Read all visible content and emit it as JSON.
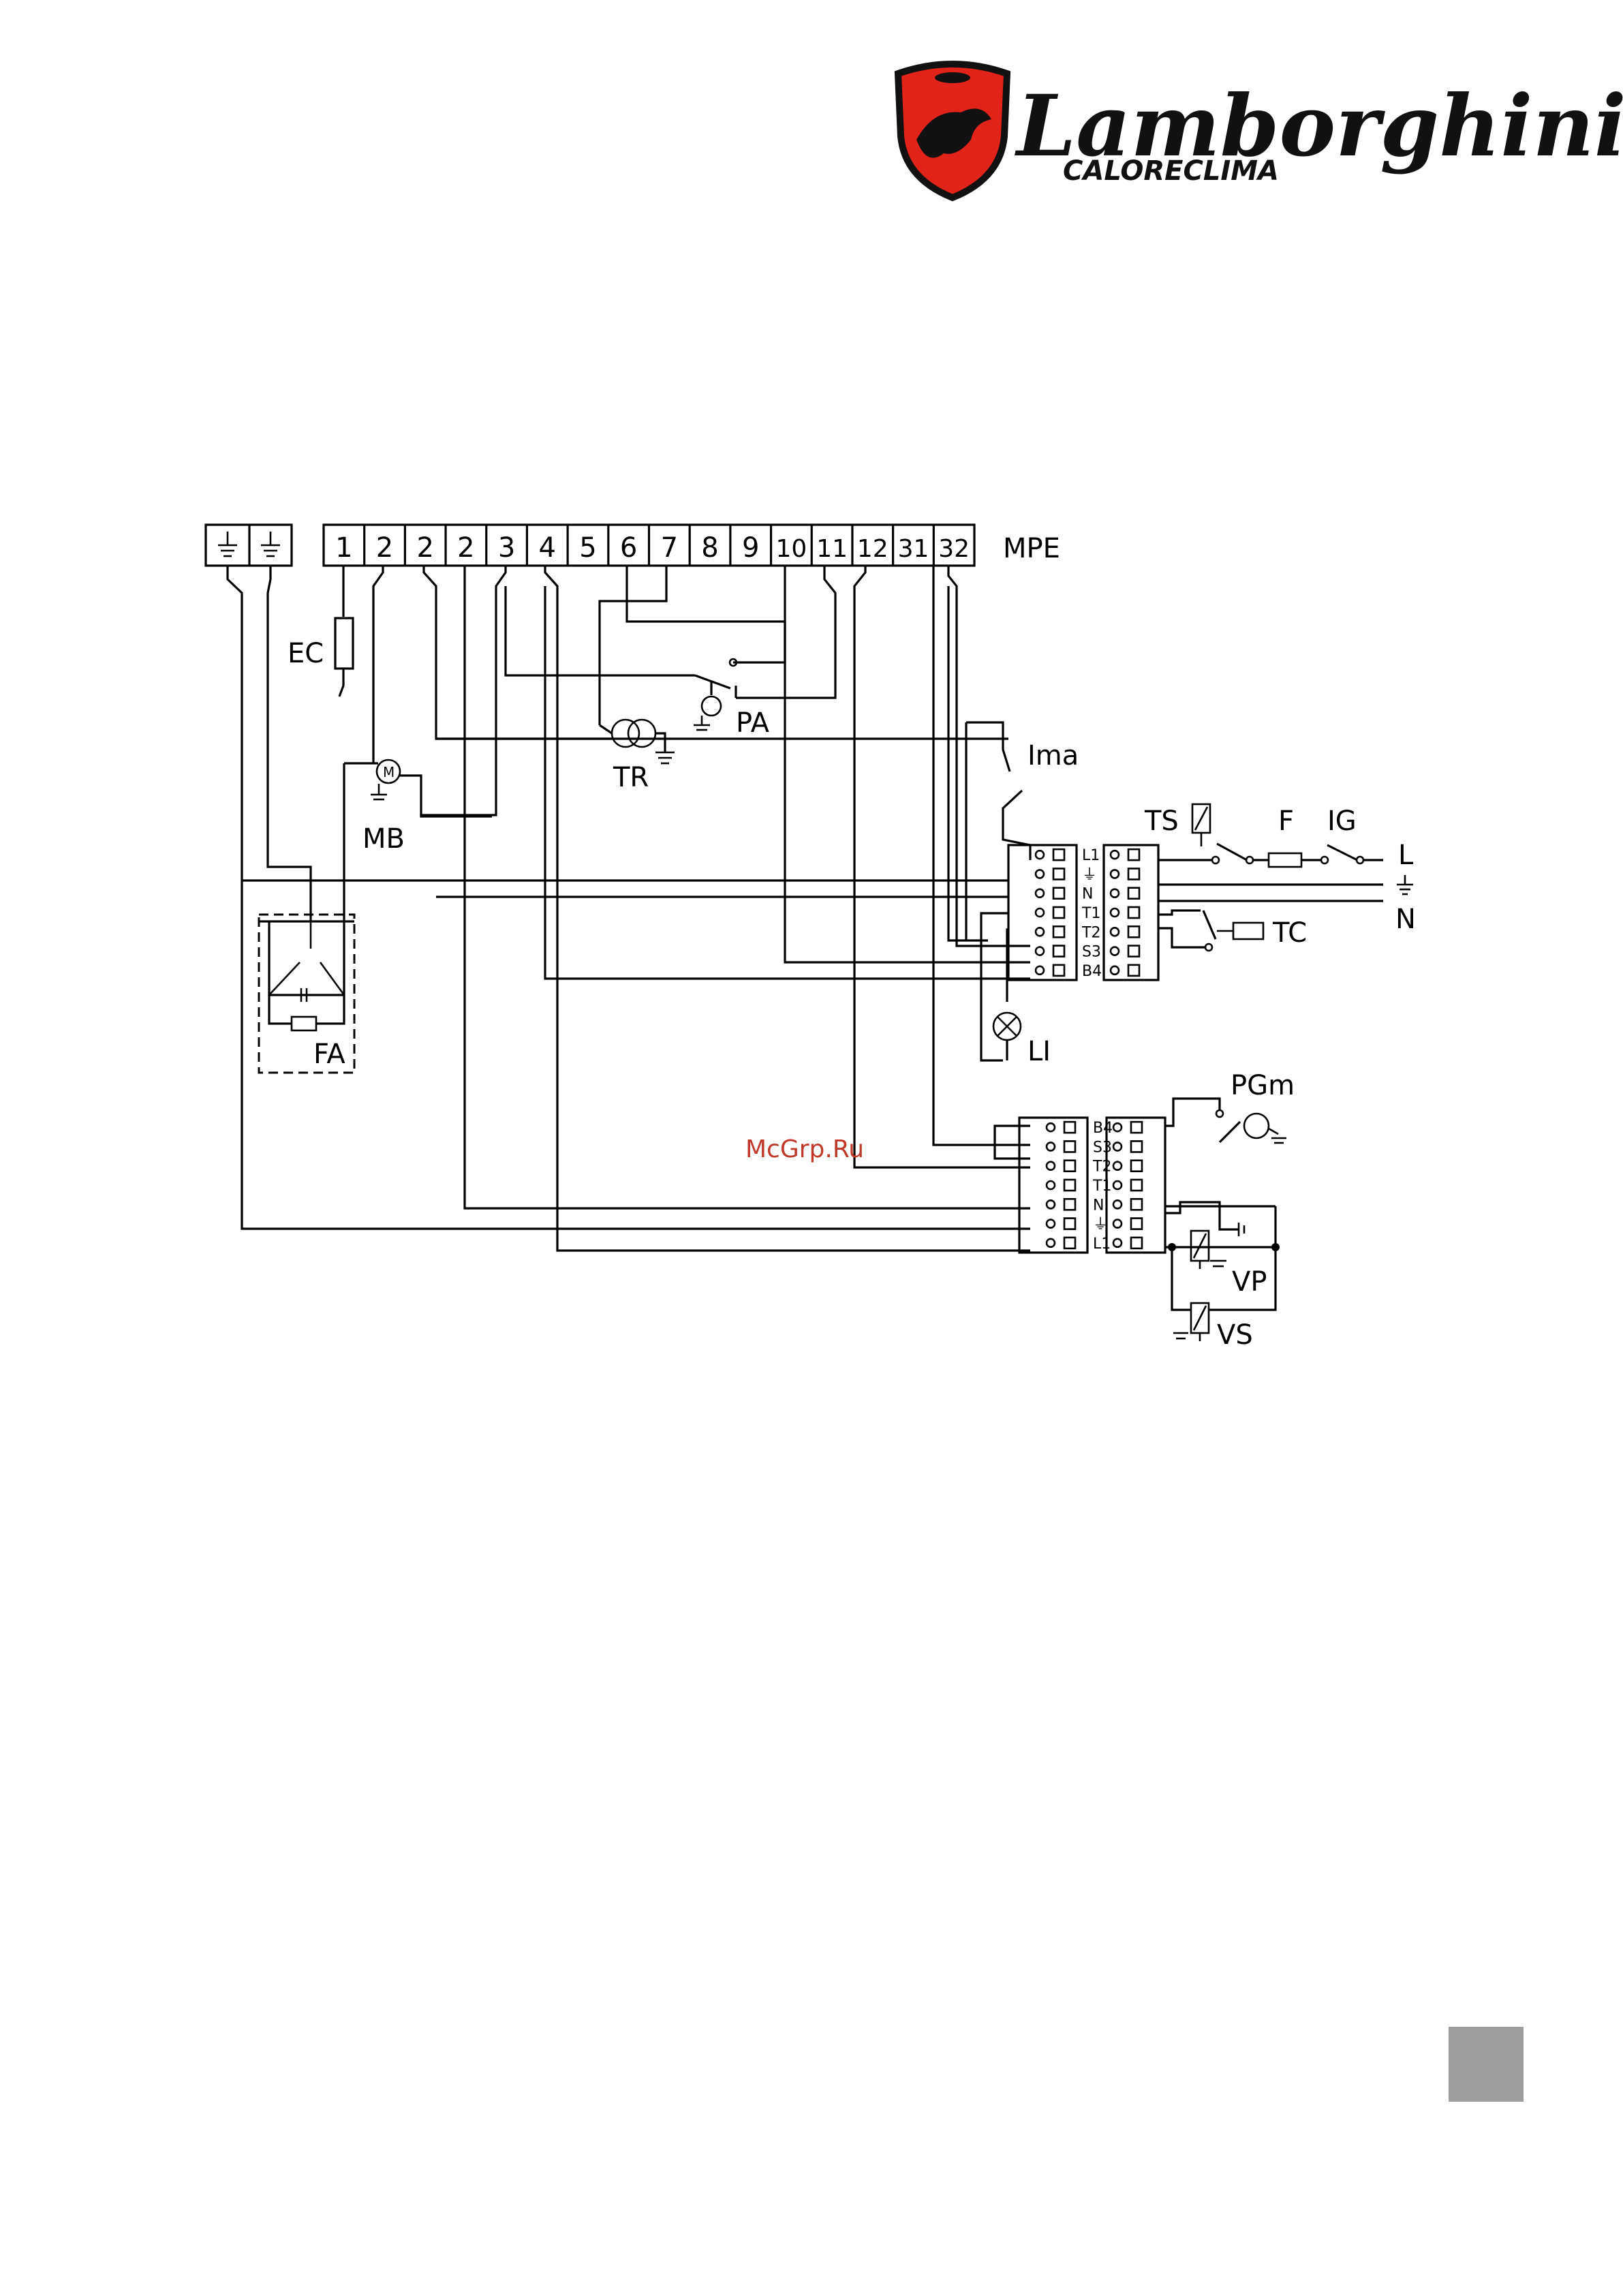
{
  "header": {
    "brand_name": "Lamborghini",
    "brand_sub": "CALORECLIMA"
  },
  "watermark": "McGrp.Ru",
  "terminal_block": {
    "label": "MPE",
    "terminals": [
      "1",
      "2",
      "2",
      "2",
      "3",
      "4",
      "5",
      "6",
      "7",
      "8",
      "9",
      "10",
      "11",
      "12",
      "31",
      "32"
    ]
  },
  "components": {
    "ec": "EC",
    "pa": "PA",
    "tr": "TR",
    "mb": "MB",
    "ima": "Ima",
    "ts": "TS",
    "f": "F",
    "ig": "IG",
    "line_l": "L",
    "line_n": "N",
    "tc": "TC",
    "li": "LI",
    "fa": "FA",
    "pgm": "PGm",
    "vp": "VP",
    "vs": "VS"
  },
  "connector_upper": [
    "L1",
    "⏚",
    "N",
    "T1",
    "T2",
    "S3",
    "B4"
  ],
  "connector_lower": [
    "B4",
    "S3",
    "T2",
    "T1",
    "N",
    "⏚",
    "L1"
  ],
  "colors": {
    "logo_red": "#e2231a",
    "page_box": "#9e9e9e"
  }
}
